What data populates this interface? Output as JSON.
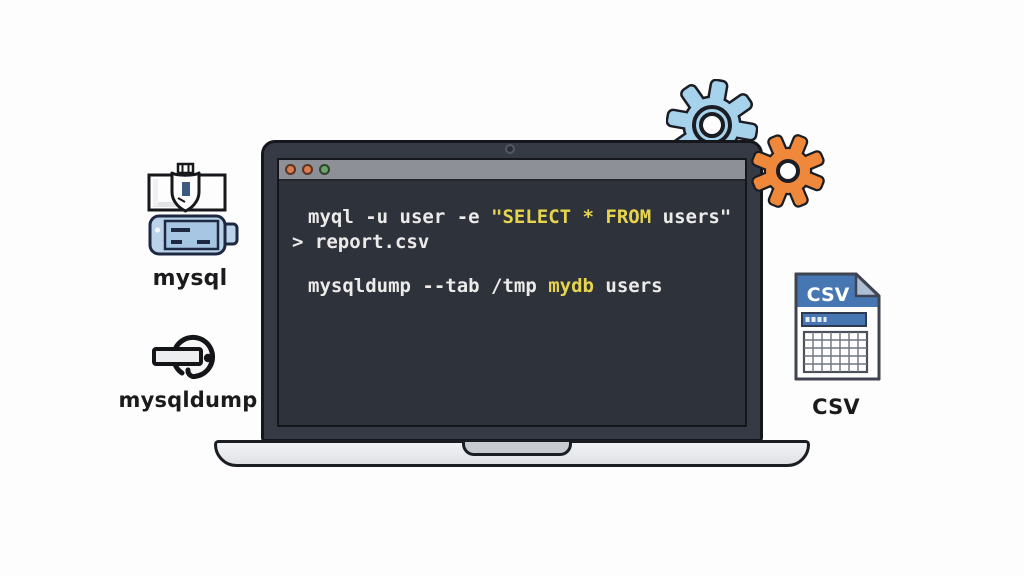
{
  "colors": {
    "terminal_text": "#ecebe9",
    "terminal_accent": "#e7d44e",
    "terminal_bg": "#2e323b",
    "bezel": "#353a44",
    "titlebar": "#8d9097",
    "gear_blue": "#a7d2ec",
    "gear_orange": "#f0883b",
    "csv_blue": "#4677b3",
    "csv_fold": "#aebfd4",
    "device_blue": "#bad3ea",
    "device_screen": "#a6c6e3"
  },
  "terminal": {
    "window_dots": [
      "#dd7a4f",
      "#dd7a4f",
      "#69a46a"
    ],
    "lines": [
      {
        "indent": 16,
        "gap": 0,
        "segments": [
          {
            "text": "myql -u user -e ",
            "color": "text"
          },
          {
            "text": "\"SELECT * FROM",
            "color": "accent"
          },
          {
            "text": " users\"",
            "color": "text"
          }
        ]
      },
      {
        "indent": 0,
        "gap": 0,
        "segments": [
          {
            "text": "> report.csv",
            "color": "text"
          }
        ]
      },
      {
        "indent": 16,
        "gap": 19,
        "segments": [
          {
            "text": "mysqldump --tab /tmp ",
            "color": "text"
          },
          {
            "text": "mydb",
            "color": "accent"
          },
          {
            "text": " users",
            "color": "text"
          }
        ]
      }
    ]
  },
  "labels": {
    "mysql": "mysql",
    "mysqldump": "mysqldump",
    "csv": "CSV"
  },
  "csv_icon": {
    "header": "CSV"
  }
}
